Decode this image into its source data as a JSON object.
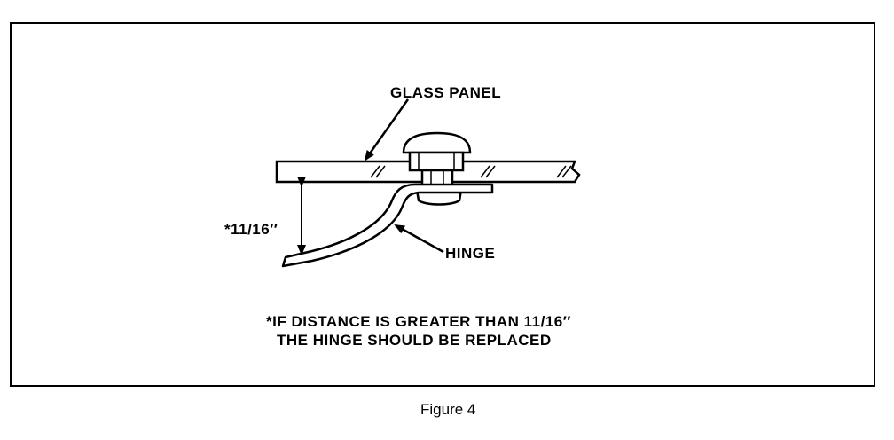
{
  "labels": {
    "glass_panel": "GLASS PANEL",
    "hinge": "HINGE",
    "dimension": "*11/16′′"
  },
  "note": {
    "line1": "*IF DISTANCE IS GREATER THAN 11/16′′",
    "line2": "THE HINGE SHOULD BE REPLACED"
  },
  "caption": "Figure 4"
}
